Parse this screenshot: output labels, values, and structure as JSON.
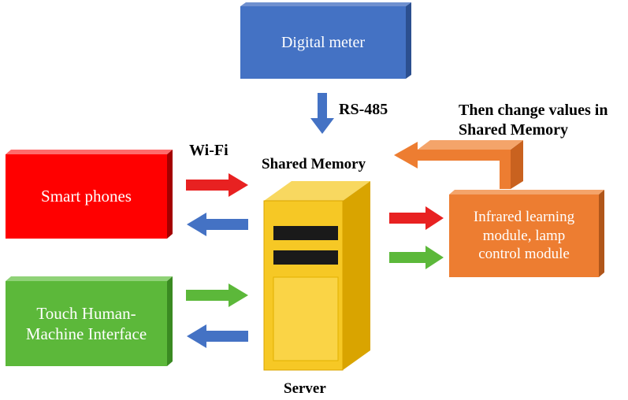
{
  "nodes": {
    "digital_meter": "Digital meter",
    "smart_phones": "Smart phones",
    "touch_hmi": "Touch Human-\nMachine Interface",
    "infrared_module": "Infrared learning\nmodule, lamp\ncontrol module",
    "server": "Server"
  },
  "labels": {
    "rs485": "RS-485",
    "wifi": "Wi-Fi",
    "shared_memory": "Shared Memory",
    "change_values": "Then change values in\nShared Memory"
  },
  "colors": {
    "blue": "#4472C4",
    "red": "#FF0000",
    "green": "#5CB83A",
    "orange": "#ED7D31",
    "server_yellow": "#F6C825"
  }
}
